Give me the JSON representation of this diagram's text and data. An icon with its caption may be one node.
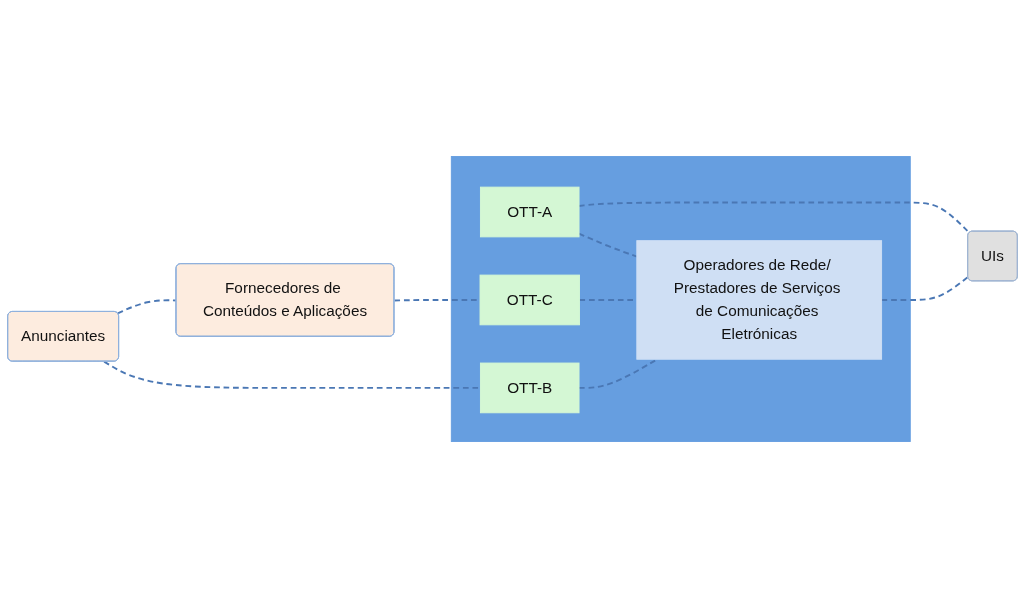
{
  "diagram": {
    "nodes": [
      {
        "text": [],
        "shape": "box"
      },
      {
        "text": [
          "OTT-A"
        ],
        "in": 0
      },
      {
        "text": [
          "OTT-B"
        ],
        "in": 0
      },
      {
        "text": [
          "OTT-C"
        ],
        "in": 0
      },
      {
        "text": [
          "Operadores de Rede/ Prestadores de Serviços de Comunicações Eletrónicas"
        ],
        "in": 0
      },
      {
        "text": [
          "Anunciantes"
        ]
      },
      {
        "text": [
          "Fornecedores de Conteúdos e Aplicações"
        ]
      },
      {
        "text": [
          "UIs"
        ]
      }
    ],
    "edges": [
      {
        "from": 5,
        "to": 2,
        "arrow": "none",
        "style": "dashed"
      },
      {
        "from": 6,
        "to": 3,
        "arrow": "none",
        "style": "dashed"
      },
      {
        "from": 5,
        "to": 6,
        "arrow": "none",
        "style": "dashed"
      },
      {
        "from": 1,
        "to": 4,
        "arrow": "none",
        "style": "dashed"
      },
      {
        "from": 2,
        "to": 4,
        "arrow": "none",
        "style": "dashed"
      },
      {
        "from": 3,
        "to": 4,
        "arrow": "none",
        "style": "dashed"
      },
      {
        "from": 4,
        "to": 7,
        "arrow": "none",
        "style": "dashed"
      },
      {
        "from": 1,
        "to": 7,
        "arrow": "none",
        "style": "dashed"
      }
    ]
  }
}
